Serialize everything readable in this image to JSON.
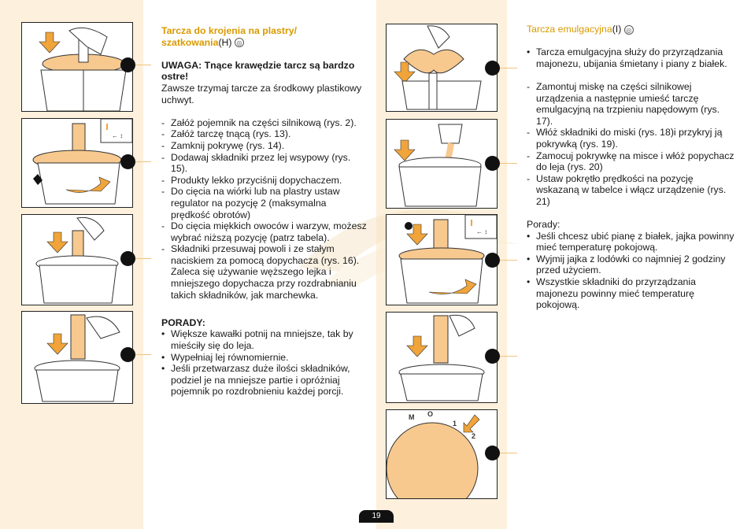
{
  "page_number": "19",
  "left": {
    "title": "Tarcza do krojenia na plastry/ szatkowania",
    "title_suffix": "(H)",
    "warning": "UWAGA: Tnące krawędzie tarcz są bardzo ostre!",
    "warning_body": "Zawsze trzymaj tarcze za środkowy plastikowy uchwyt.",
    "steps": [
      "Załóż pojemnik na części silnikową (rys. 2).",
      "Załóż tarczę tnącą (rys. 13).",
      "Zamknij pokrywę (rys. 14).",
      "Dodawaj składniki przez lej wsypowy (rys. 15).",
      "Produkty lekko przyciśnij dopychaczem.",
      "Do cięcia na wiórki lub na plastry ustaw regulator na pozycję 2 (maksymalna prędkość obrotów)",
      "Do cięcia miękkich owoców i warzyw, możesz wybrać niższą pozycję (patrz tabela).",
      "Składniki przesuwaj powoli i ze stałym naciskiem za pomocą dopychacza (rys. 16). Zaleca się używanie węższego lejka i mniejszego dopychacza przy rozdrabnianiu takich składników, jak marchewka."
    ],
    "tips_heading": "PORADY:",
    "tips": [
      "Większe kawałki potnij na mniejsze, tak by mieściły się do leja.",
      "Wypełniaj lej równomiernie.",
      "Jeśli przetwarzasz duże ilości składników, podziel je na mniejsze partie i opróżniaj pojemnik po rozdrobnieniu każdej porcji."
    ]
  },
  "right": {
    "title": "Tarcza emulgacyjna",
    "title_suffix": "(I)",
    "intro": "Tarcza emulgacyjna służy do przyrządzania majonezu, ubijania śmietany i piany z białek.",
    "steps": [
      "Zamontuj miskę na części silnikowej urządzenia a następnie umieść tarczę emulgacyjną na trzpieniu napędowym (rys. 17).",
      "Włóż składniki do miski (rys. 18)i przykryj ją pokrywką (rys. 19).",
      "Zamocuj pokrywkę na misce i włóż popychacz do leja (rys. 20)",
      "Ustaw pokrętło prędkości na pozycję wskazaną w tabelce i włącz urządzenie (rys. 21)"
    ],
    "tips_heading": "Porady:",
    "tips": [
      "Jeśli chcesz ubić pianę z białek, jajka powinny mieć temperaturę pokojową.",
      "Wyjmij jajka z lodówki co najmniej 2 godziny przed użyciem.",
      "Wszystkie składniki do przyrządzania majonezu powinny mieć temperaturę pokojową."
    ]
  },
  "dial_labels": [
    "M",
    "O",
    "1",
    "2"
  ],
  "colors": {
    "accent": "#d99a00",
    "strip": "#fdf0dc",
    "arrow": "#f0a43a",
    "disc": "#f7c98f"
  }
}
